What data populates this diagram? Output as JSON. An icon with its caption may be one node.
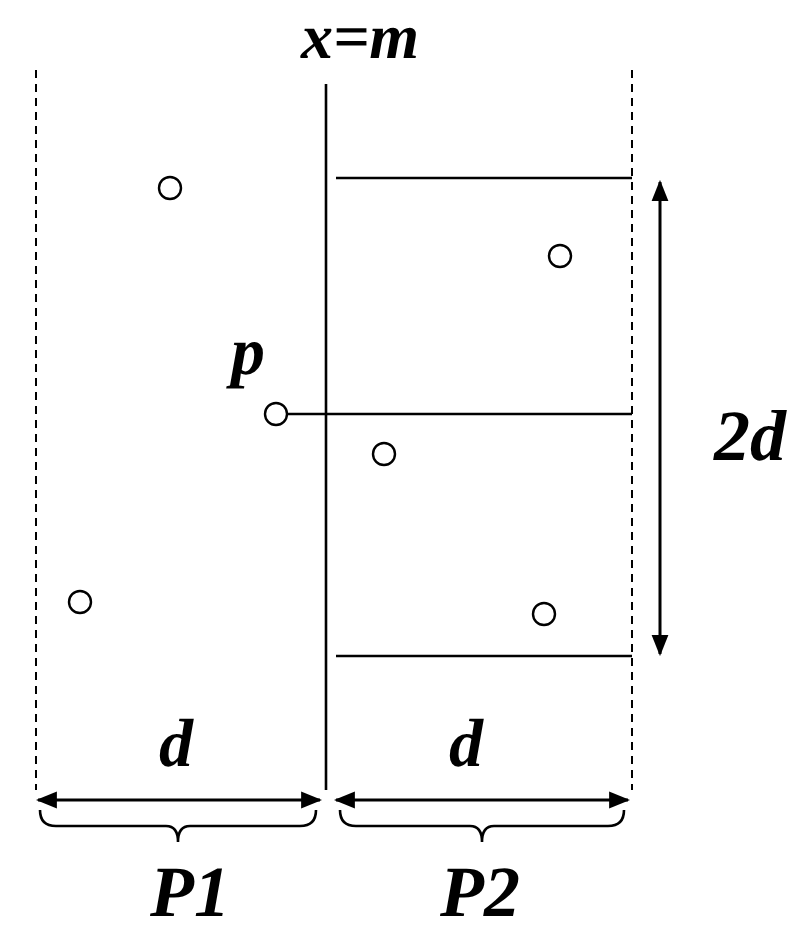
{
  "diagram": {
    "labels": [
      "x=m",
      "p",
      "2d",
      "d",
      "d",
      "P1",
      "P2"
    ]
  }
}
